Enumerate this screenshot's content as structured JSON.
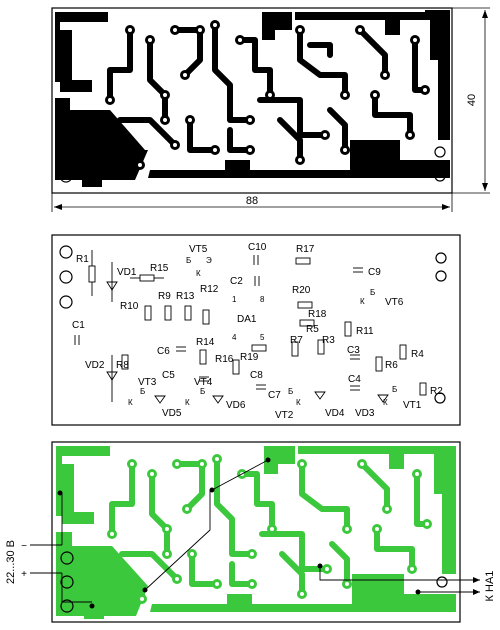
{
  "dimensions": {
    "height": "40",
    "width": "88"
  },
  "components": {
    "R1": "R1",
    "R2": "R2",
    "R3": "R3",
    "R4": "R4",
    "R5": "R5",
    "R6": "R6",
    "R7": "R7",
    "R8": "R8",
    "R9": "R9",
    "R10": "R10",
    "R11": "R11",
    "R12": "R12",
    "R13": "R13",
    "R14": "R14",
    "R15": "R15",
    "R16": "R16",
    "R17": "R17",
    "R18": "R18",
    "R19": "R19",
    "R20": "R20",
    "C1": "C1",
    "C2": "C2",
    "C3": "C3",
    "C4": "C4",
    "C5": "C5",
    "C6": "C6",
    "C7": "C7",
    "C8": "C8",
    "C9": "C9",
    "C10": "C10",
    "VD1": "VD1",
    "VD2": "VD2",
    "VD3": "VD3",
    "VD4": "VD4",
    "VD5": "VD5",
    "VD6": "VD6",
    "VT1": "VT1",
    "VT2": "VT2",
    "VT3": "VT3",
    "VT4": "VT4",
    "VT5": "VT5",
    "VT6": "VT6",
    "DA1": "DA1"
  },
  "pins": {
    "b": "Б",
    "k": "К",
    "e": "Э",
    "p1": "1",
    "p4": "4",
    "p5": "5",
    "p8": "8"
  },
  "connections": {
    "supply": "22...30 В",
    "minus": "−",
    "plus": "+",
    "output": "К НА1"
  },
  "colors": {
    "copper_black": "#000000",
    "copper_green": "#3cc83c",
    "board": "#ffffff"
  }
}
